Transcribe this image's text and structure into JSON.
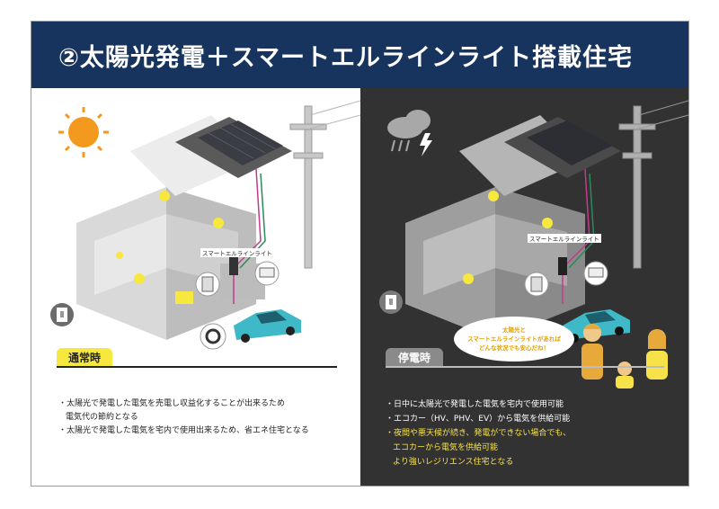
{
  "header": {
    "title": "②太陽光発電＋スマートエルラインライト搭載住宅"
  },
  "left": {
    "badge": "通常時",
    "house_label": "スマートエルラインライト",
    "notes": [
      {
        "line1": "・太陽光で発電した電気を売電し収益化することが出来るため",
        "line2": "電気代の節約となる"
      },
      {
        "line1": "・太陽光で発電した電気を宅内で使用出来るため、省エネ住宅となる",
        "line2": ""
      }
    ]
  },
  "right": {
    "badge": "停電時",
    "house_label": "スマートエルラインライト",
    "bubble": [
      "太陽光と",
      "スマートエルラインライトがあれば",
      "どんな状況でも安心だね！"
    ],
    "notes": [
      {
        "text": "・日中に太陽光で発電した電気を宅内で使用可能",
        "style": "white"
      },
      {
        "text": "・エコカー（HV、PHV、EV）から電気を供給可能",
        "style": "white"
      },
      {
        "text": "・夜間や悪天候が続き、発電ができない場合でも、",
        "style": "yellow"
      },
      {
        "text": "エコカーから電気を供給可能",
        "style": "yellow"
      },
      {
        "text": "より強いレジリエンス住宅となる",
        "style": "yellow"
      }
    ]
  },
  "colors": {
    "header_bg": "#17345e",
    "normal_badge": "#f6e83e",
    "outage_bg": "#323233",
    "accent_yellow": "#f7e24a",
    "car": "#3fb8c7",
    "sun": "#f39a1e"
  }
}
